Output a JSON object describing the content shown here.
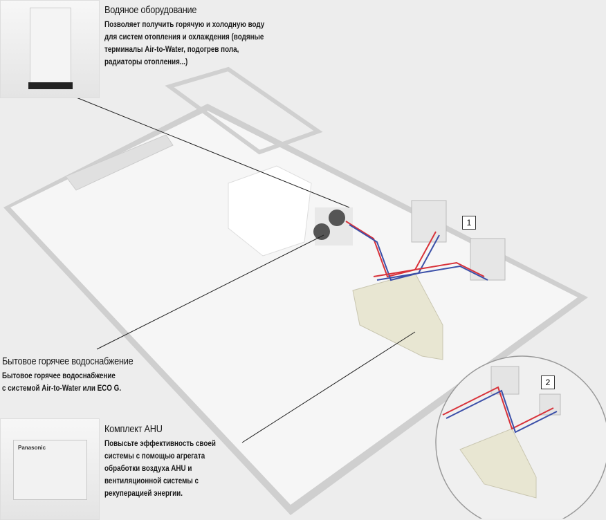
{
  "water_unit": {
    "title": "Водяное оборудование",
    "lines": [
      "Позволяет получить горячую и холодную воду",
      "для систем отопления и охлаждения (водяные",
      "терминалы Air-to-Water, подогрев пола,",
      "радиаторы отопления...)"
    ]
  },
  "dhw": {
    "title": "Бытовое горячее водоснабжение",
    "lines": [
      "Бытовое горячее водоснабжение",
      "с системой Air-to-Water или ECO G."
    ]
  },
  "ahu": {
    "title": "Комплект AHU",
    "lines": [
      "Повысьте эффективность своей",
      "системы с помощью агрегата",
      "обработки воздуха AHU и",
      "вентиляционной системы с",
      "рекуперацией энергии."
    ],
    "brand": "Panasonic"
  },
  "badges": [
    "1",
    "2"
  ],
  "colors": {
    "hot_pipe": "#d8323a",
    "cold_pipe": "#3b4fa8",
    "floor": "#f6f6f6"
  }
}
